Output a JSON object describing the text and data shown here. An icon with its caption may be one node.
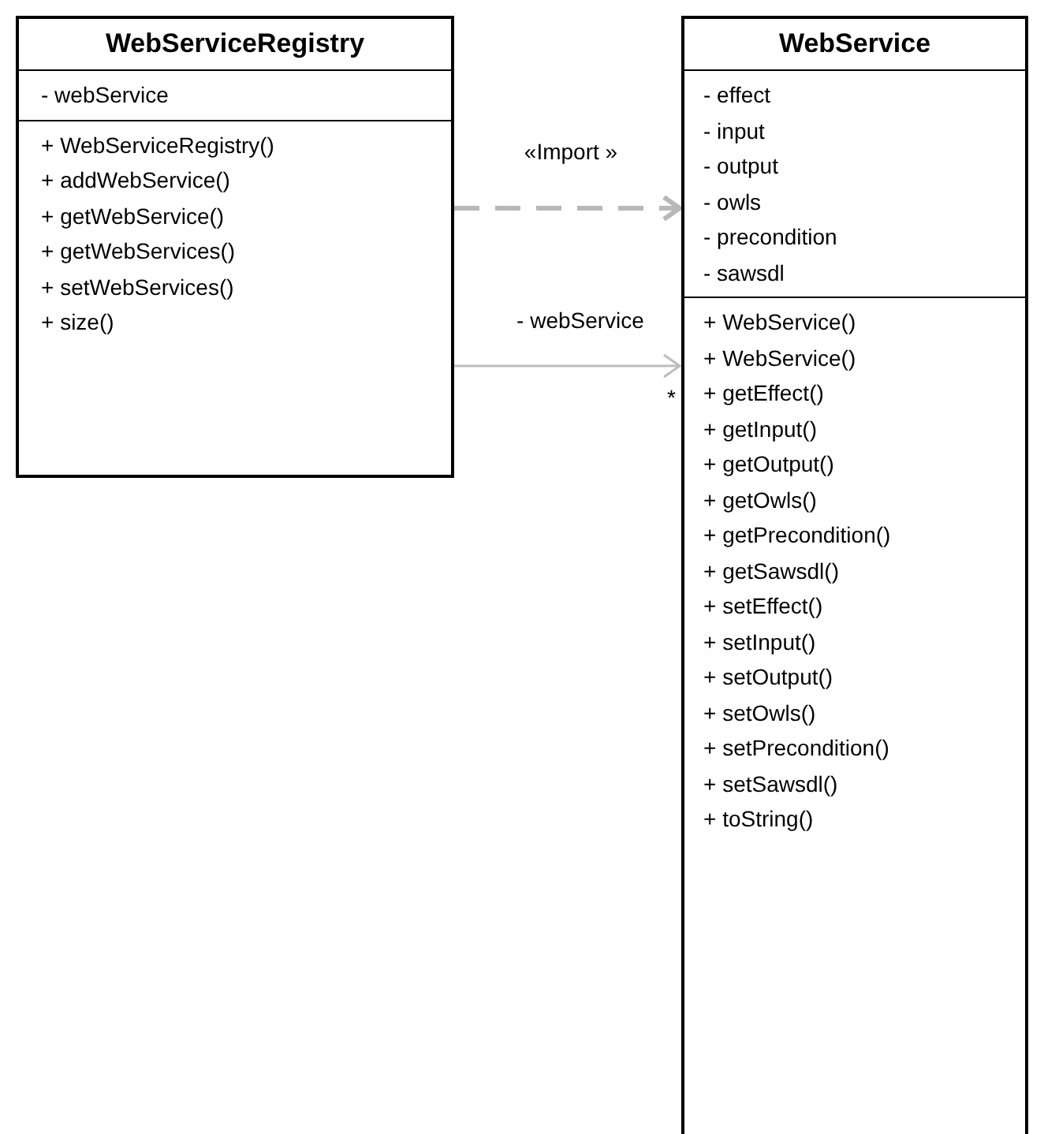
{
  "diagram": {
    "nodes": [
      {
        "text": [
          "WebServiceRegistry"
        ]
      },
      {
        "text": [
          "- webService"
        ],
        "in": 0
      },
      {
        "text": [
          "+ WebServiceRegistry()",
          "+ addWebService()",
          "+ getWebService()",
          "+ getWebServices()",
          "+ setWebServices()",
          "+ size()"
        ],
        "in": 0
      },
      {
        "text": [
          "WebService"
        ]
      },
      {
        "text": [
          "- effect",
          "- input",
          "- output",
          "- owls",
          "- precondition",
          "- sawsdl"
        ],
        "in": 3
      },
      {
        "text": [
          "+ WebService()",
          "+ WebService()",
          "+ getEffect()",
          "+ getInput()",
          "+ getOutput()",
          "+ getOwls()",
          "+ getPrecondition()",
          "+ getSawsdl()",
          "+ setEffect()",
          "+ setInput()",
          "+ setOutput()",
          "+ setOwls()",
          "+ setPrecondition()",
          "+ setSawsdl()",
          "+ toString()"
        ],
        "in": 3
      }
    ],
    "edges": [
      {
        "from": 0,
        "to": 3,
        "arrow": "to",
        "label": "«Import »",
        "style": "dashed"
      },
      {
        "from": 0,
        "to": 3,
        "arrow": "to",
        "label": "- webService"
      }
    ],
    "labels": [
      "*"
    ]
  }
}
